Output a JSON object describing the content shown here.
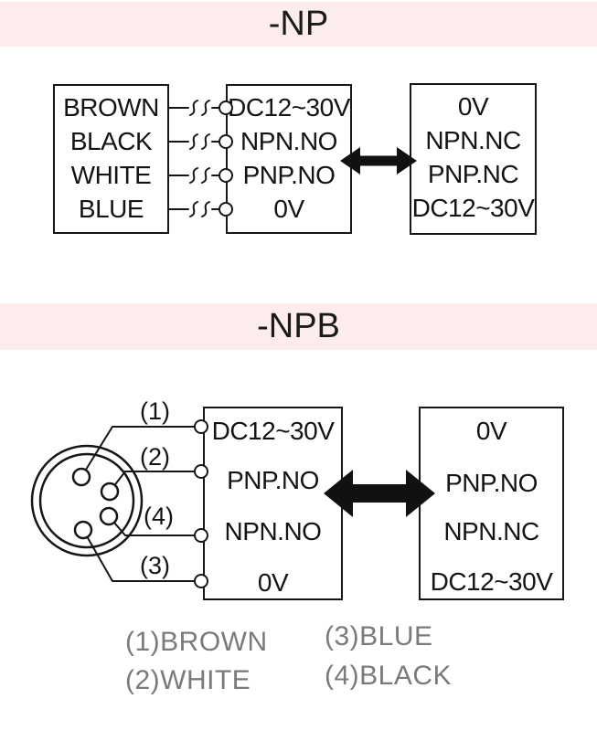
{
  "colors": {
    "banner_bg": "#fcecec",
    "line": "#161616",
    "legend_text": "#7a7a7a"
  },
  "sections": [
    {
      "id": "np",
      "title": "-NP",
      "source_box": {
        "rows": [
          "BROWN",
          "BLACK",
          "WHITE",
          "BLUE"
        ]
      },
      "output_no_box": {
        "rows": [
          "DC12~30V",
          "NPN.NO",
          "PNP.NO",
          "0V"
        ]
      },
      "output_nc_box": {
        "rows": [
          "0V",
          "NPN.NC",
          "PNP.NC",
          "DC12~30V"
        ]
      }
    },
    {
      "id": "npb",
      "title": "-NPB",
      "pin_labels": [
        "(1)",
        "(2)",
        "(4)",
        "(3)"
      ],
      "output_no_box": {
        "rows": [
          "DC12~30V",
          "PNP.NO",
          "NPN.NO",
          "0V"
        ]
      },
      "output_nc_box": {
        "rows": [
          "0V",
          "PNP.NO",
          "NPN.NC",
          "DC12~30V"
        ]
      },
      "legend": [
        "(1)BROWN",
        "(2)WHITE",
        "(3)BLUE",
        "(4)BLACK"
      ]
    }
  ]
}
